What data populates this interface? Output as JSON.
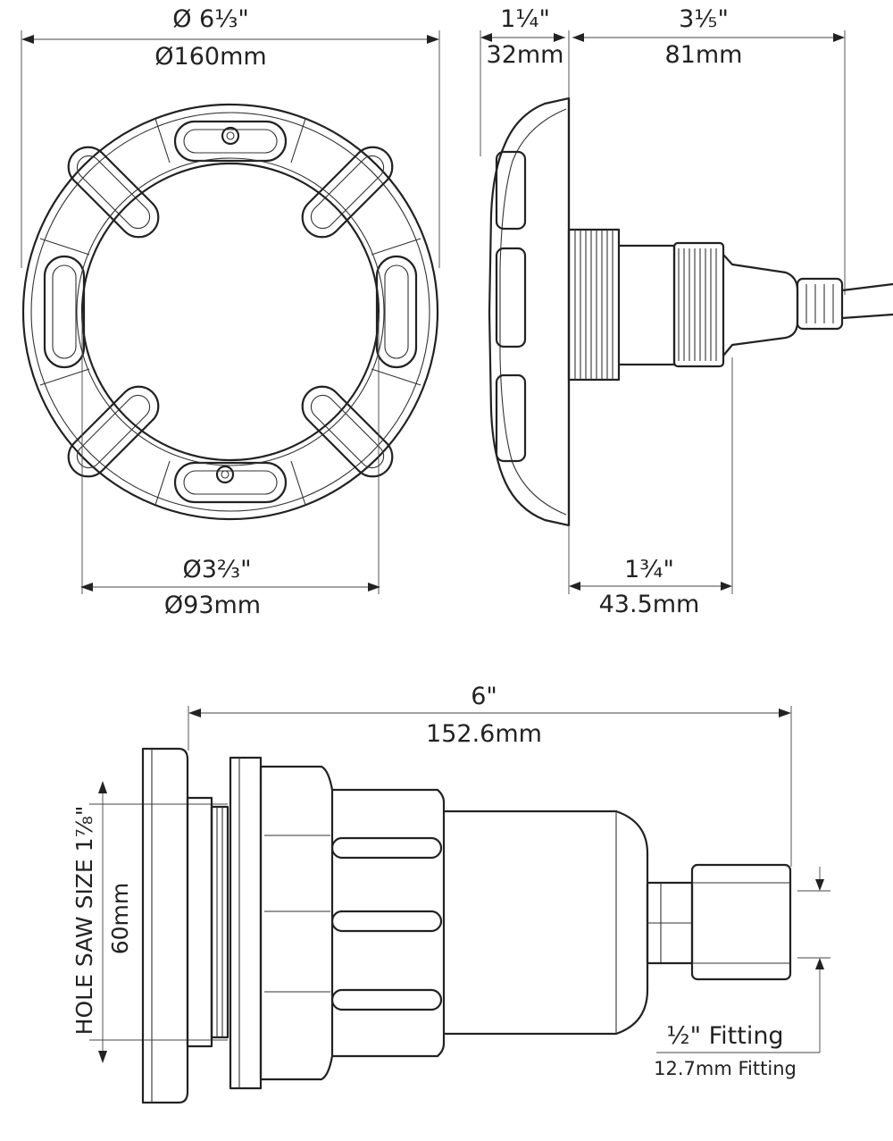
{
  "front_view": {
    "outer_diameter_in": "Ø 6⅓\"",
    "outer_diameter_mm": "Ø160mm",
    "lens_diameter_in": "Ø3⅔\"",
    "lens_diameter_mm": "Ø93mm"
  },
  "side_view": {
    "flange_depth_in": "1¼\"",
    "flange_depth_mm": "32mm",
    "rear_length_in": "3⅕\"",
    "rear_length_mm": "81mm",
    "body_length_in": "1¾\"",
    "body_length_mm": "43.5mm"
  },
  "bottom_view": {
    "overall_length_in": "6\"",
    "overall_length_mm": "152.6mm",
    "hole_saw_label": "HOLE SAW SIZE 1⅞\"",
    "hole_saw_mm": "60mm",
    "fitting_in": "½\" Fitting",
    "fitting_mm": "12.7mm Fitting"
  }
}
